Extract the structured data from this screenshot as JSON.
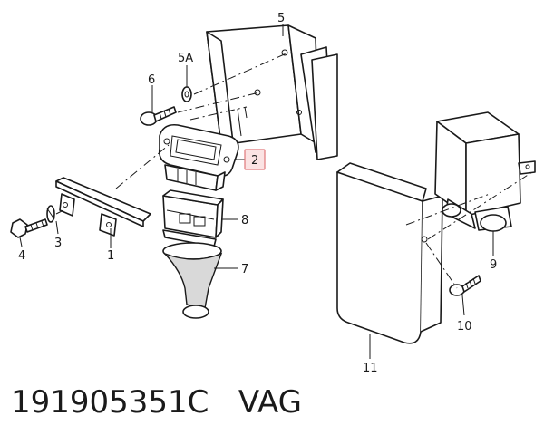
{
  "labels": {
    "l1": "1",
    "l2": "2",
    "l3": "3",
    "l4": "4",
    "l5": "5",
    "l5a": "5A",
    "l6": "6",
    "l7": "7",
    "l8": "8",
    "l9": "9",
    "l10": "10",
    "l11": "11"
  },
  "footer": {
    "part_number": "191905351C",
    "brand": "VAG"
  },
  "colors": {
    "highlight_box": "#e0787a",
    "highlight_fill": "#fbe3e3",
    "ink": "#1a1a1a"
  }
}
